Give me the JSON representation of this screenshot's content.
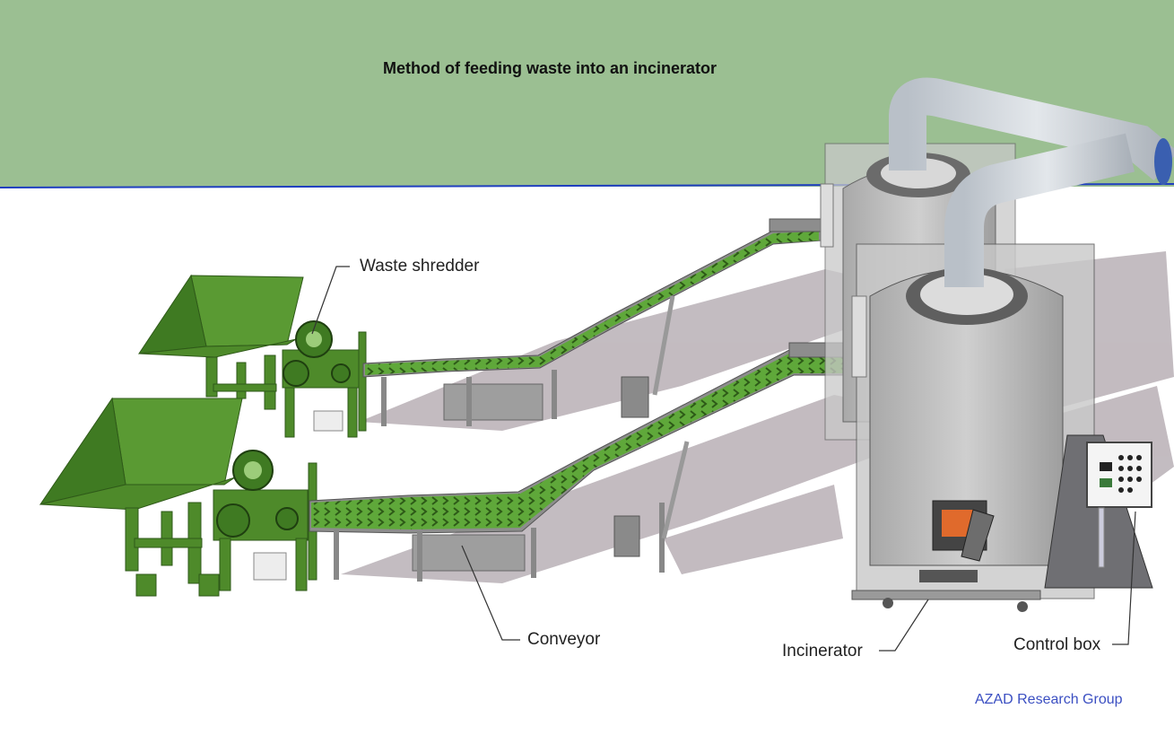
{
  "title": "Method of feeding waste into an incinerator",
  "labels": {
    "shredder": "Waste shredder",
    "conveyor": "Conveyor",
    "incinerator": "Incinerator",
    "control_box": "Control box"
  },
  "credit": "AZAD Research Group",
  "colors": {
    "sky": "#9bbf92",
    "horizon_line": "#1f3fbf",
    "ground": "#ffffff",
    "machine_green": "#4e8a2a",
    "belt": "#5fa83a",
    "steel": "#a9a9a9",
    "incinerator": "#b8b8b8",
    "shadow": "#b9b0b6",
    "fire": "#e06a2c"
  }
}
